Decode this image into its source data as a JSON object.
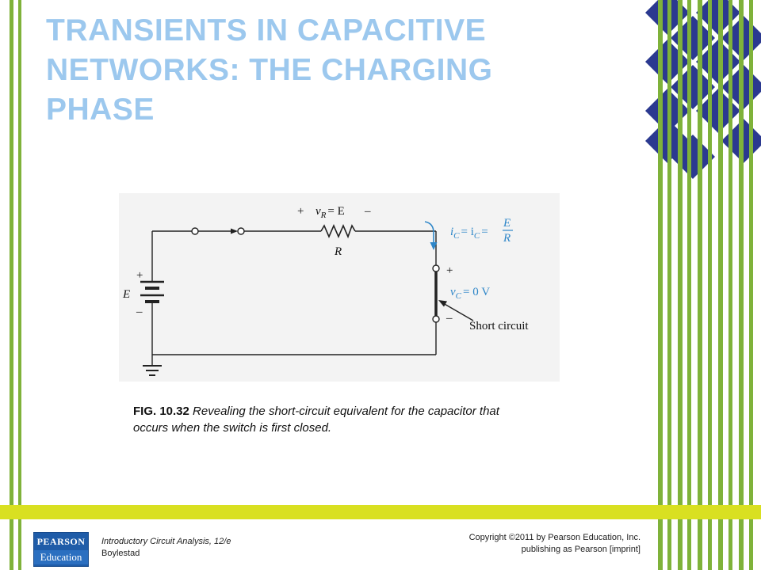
{
  "slide": {
    "title_lines": [
      "TRANSIENTS IN CAPACITIVE",
      "NETWORKS: THE CHARGING",
      "PHASE"
    ]
  },
  "figure": {
    "caption_number": "FIG. 10.32",
    "caption_text": "Revealing the short-circuit equivalent for the capacitor that occurs when the switch is first closed.",
    "labels": {
      "plus": "+",
      "minus": "–",
      "vr_part1": "v",
      "vr_sub": "R",
      "vr_part2": "= E",
      "resistor": "R",
      "source": "E",
      "ic_i": "i",
      "ic_sub1": "C",
      "ic_eq": "= i",
      "ic_sub2": "C",
      "ic_eq2": "=",
      "frac_num": "E",
      "frac_den": "R",
      "vc_v": "v",
      "vc_sub": "C",
      "vc_val": "= 0 V",
      "short_circuit": "Short circuit"
    }
  },
  "footer": {
    "logo_top": "PEARSON",
    "logo_bottom": "Education",
    "book_title": "Introductory Circuit Analysis, 12/e",
    "book_author": "Boylestad",
    "copyright_line1": "Copyright ©2011 by Pearson Education, Inc.",
    "copyright_line2": "publishing as Pearson [imprint]"
  },
  "colors": {
    "title": "#9cc8ee",
    "stripe_green": "#7fb23a",
    "footer_band": "#d9e021",
    "diamond_blue": "#2b3990",
    "arrow_blue": "#2e86c8"
  }
}
